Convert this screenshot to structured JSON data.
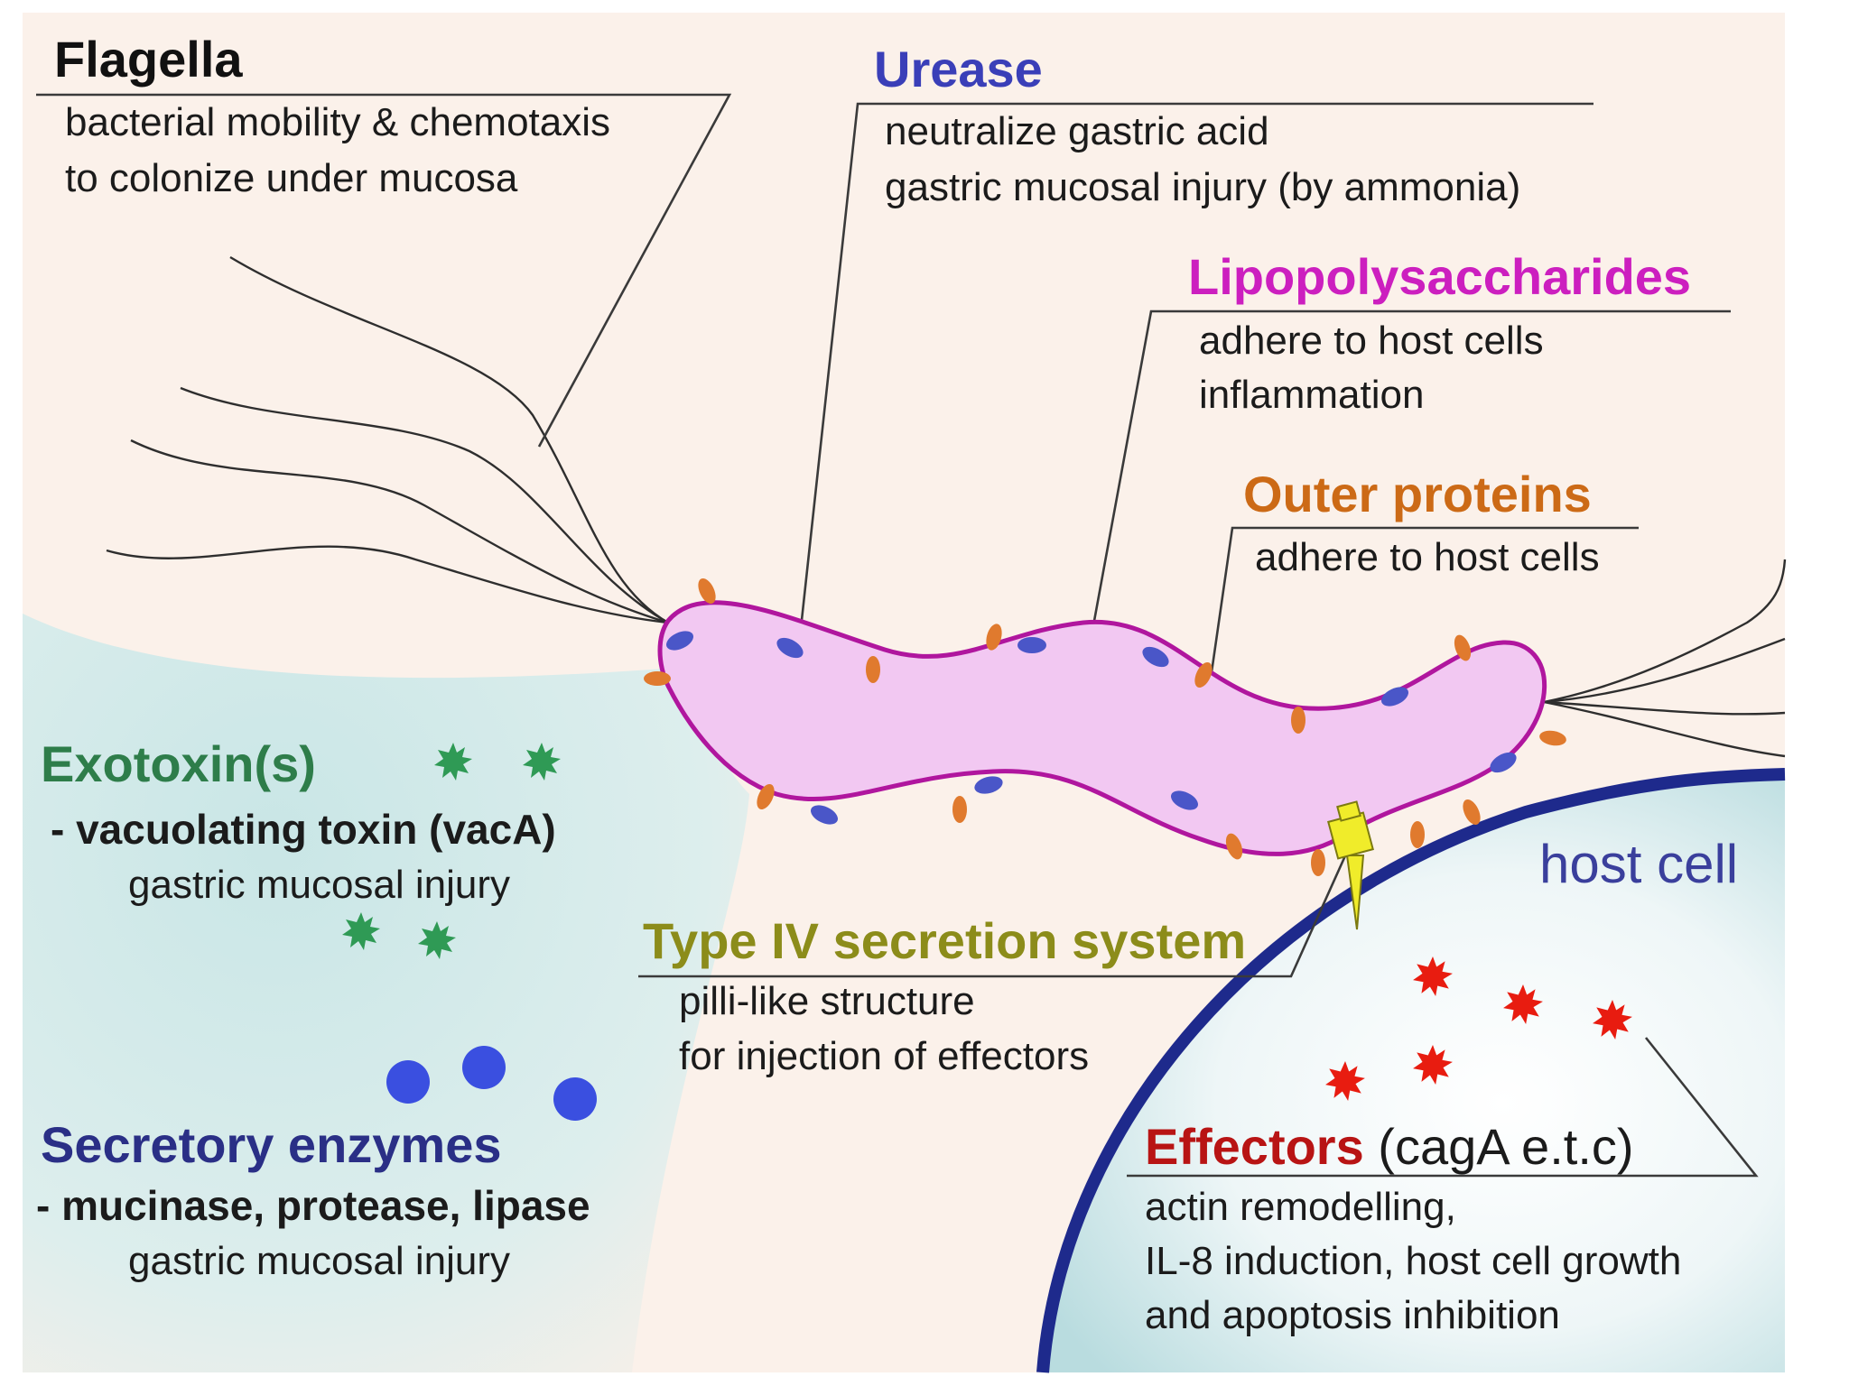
{
  "colors": {
    "page": "#ffffff",
    "background": "#fbf1ea",
    "extracellular_tint": "#d8ecec",
    "bacterium_fill": "#f2c8f2",
    "bacterium_outline": "#b0169e",
    "host_membrane": "#1e2a8c",
    "flagella_title": "#111111",
    "urease_title": "#3a3fb8",
    "lps_title": "#cc1fbf",
    "outer_proteins_title": "#cc6a16",
    "exotoxin_title": "#2e7d4a",
    "t4ss_title": "#8c8c1a",
    "secretory_title": "#2a2f86",
    "effectors_title": "#b81414",
    "host_label": "#3a3f9c",
    "outer_protein_bump": "#e07a2e",
    "surface_dot": "#4a56c8",
    "exotoxin_particle": "#2f9a55",
    "enzyme_particle": "#3a4fe0",
    "effector_particle": "#e81c10",
    "t4ss_apparatus": "#f0ec2a"
  },
  "flagella": {
    "title": "Flagella",
    "lines": [
      "bacterial mobility & chemotaxis",
      "to colonize under mucosa"
    ]
  },
  "urease": {
    "title": "Urease",
    "lines": [
      "neutralize gastric acid",
      "gastric mucosal injury (by ammonia)"
    ]
  },
  "lipopolysaccharides": {
    "title": "Lipopolysaccharides",
    "lines": [
      "adhere to host cells",
      "inflammation"
    ]
  },
  "outer_proteins": {
    "title": "Outer proteins",
    "lines": [
      "adhere to host cells"
    ]
  },
  "exotoxins": {
    "title": "Exotoxin(s)",
    "item": "- vacuolating toxin (vacA)",
    "effect": "gastric mucosal injury"
  },
  "type_iv": {
    "title": "Type IV  secretion system",
    "lines": [
      "pilli-like structure",
      "for injection of effectors"
    ]
  },
  "secretory_enzymes": {
    "title": "Secretory enzymes",
    "item": "- mucinase, protease, lipase",
    "effect": "gastric mucosal injury"
  },
  "effectors": {
    "title": "Effectors",
    "title_suffix": " (cagA e.t.c)",
    "lines": [
      "actin remodelling,",
      "IL-8 induction, host cell growth",
      "and apoptosis inhibition"
    ]
  },
  "host_cell": {
    "label": "host cell"
  }
}
